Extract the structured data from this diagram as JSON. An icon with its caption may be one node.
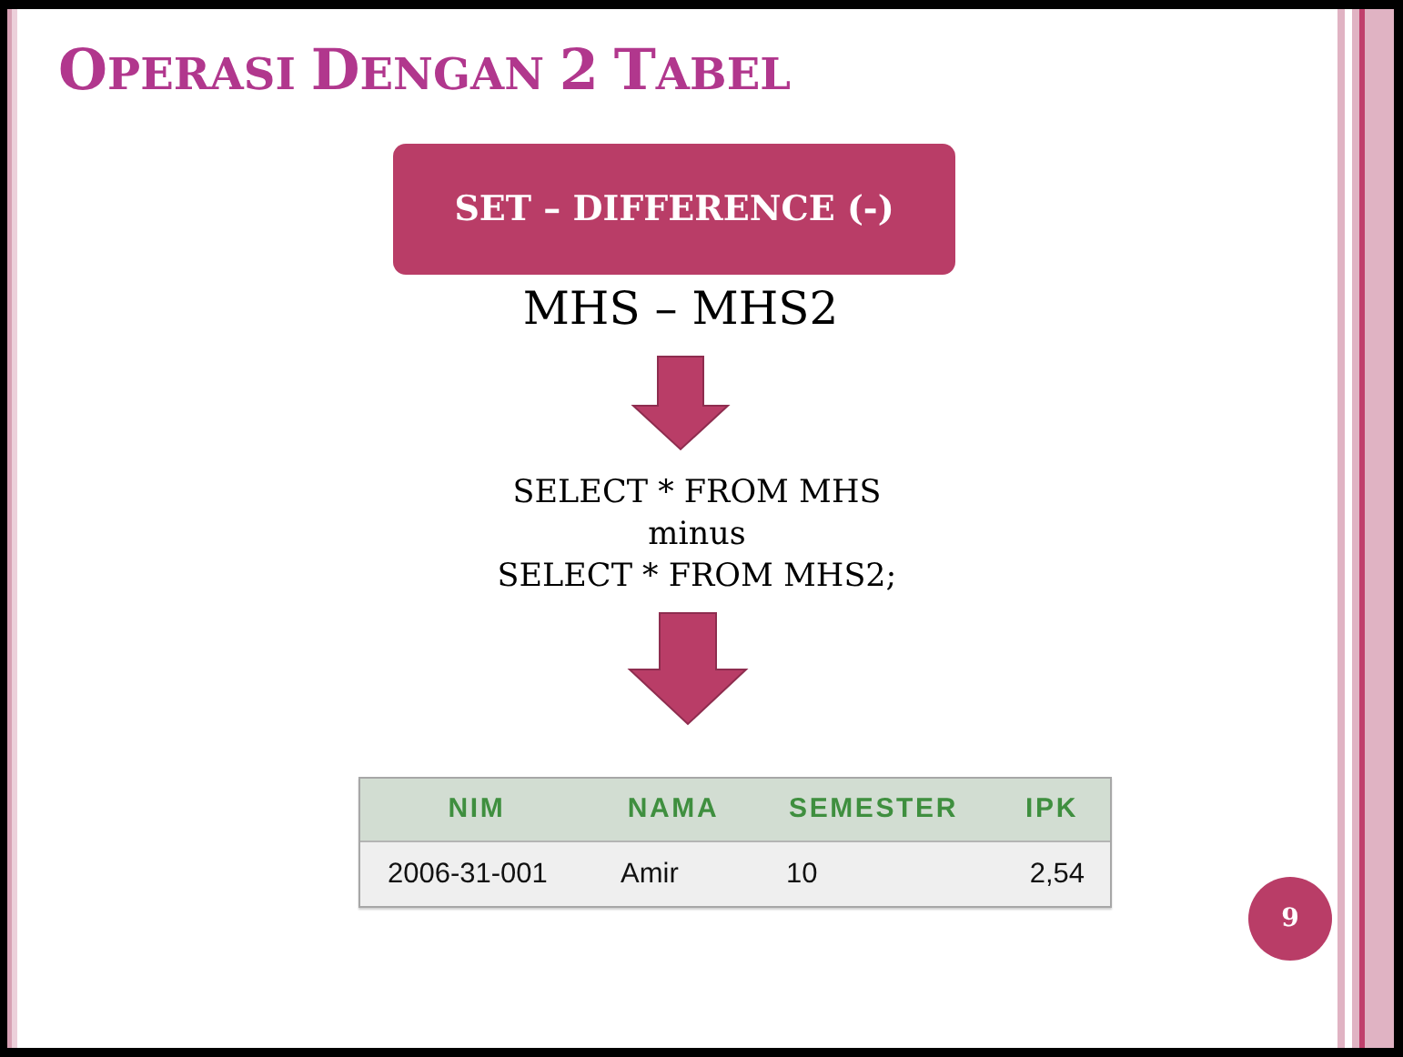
{
  "diagram": {
    "title": "OPERASI DENGAN 2 TABEL",
    "nodes": [
      {
        "text": [
          "SET – DIFFERENCE (-)"
        ]
      },
      {
        "text": [
          "MHS – MHS2"
        ]
      },
      {
        "text": [
          "SELECT * FROM MHS",
          "minus",
          "SELECT * FROM MHS2;"
        ]
      },
      {
        "text": [
          "NIM",
          "NAMA",
          "SEMESTER",
          "IPK",
          "2006-31-001",
          "Amir",
          "10",
          "2,54"
        ]
      },
      {
        "text": [
          "9"
        ]
      }
    ],
    "edges": [
      {
        "from": 1,
        "to": 2,
        "arrow": "to"
      },
      {
        "from": 2,
        "to": 3,
        "arrow": "to"
      }
    ]
  }
}
